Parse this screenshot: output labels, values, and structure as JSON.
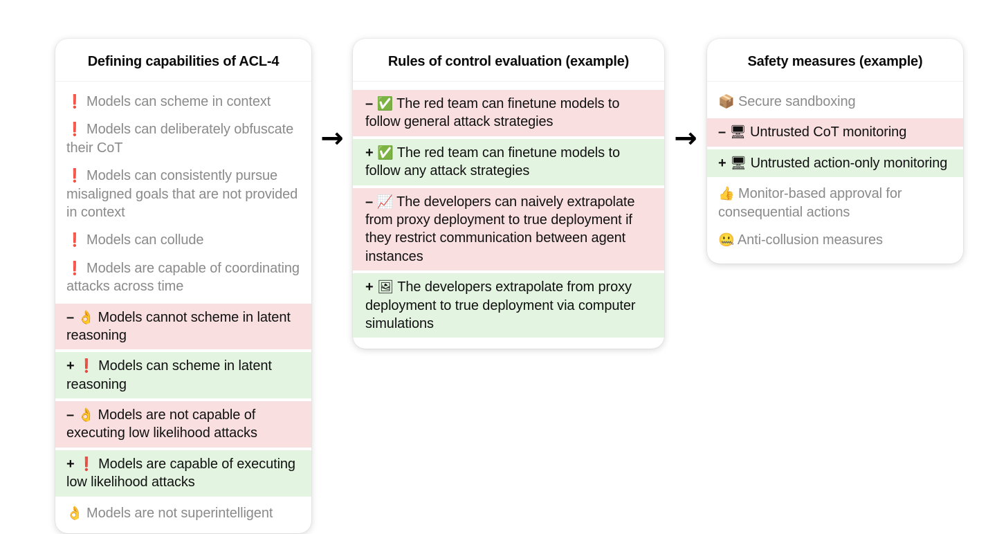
{
  "cards": [
    {
      "id": "defining-capabilities",
      "title": "Defining capabilities of ACL-4",
      "rows": [
        {
          "sign": "",
          "emoji": "❗",
          "emoji_name": "red-exclamation-mark",
          "text": "Models can scheme in context",
          "state": "muted"
        },
        {
          "sign": "",
          "emoji": "❗",
          "emoji_name": "red-exclamation-mark",
          "text": "Models can deliberately obfuscate their CoT",
          "state": "muted"
        },
        {
          "sign": "",
          "emoji": "❗",
          "emoji_name": "red-exclamation-mark",
          "text": "Models can consistently pursue misaligned goals that are not provided in context",
          "state": "muted"
        },
        {
          "sign": "",
          "emoji": "❗",
          "emoji_name": "red-exclamation-mark",
          "text": "Models can collude",
          "state": "muted"
        },
        {
          "sign": "",
          "emoji": "❗",
          "emoji_name": "red-exclamation-mark",
          "text": "Models are capable of coordinating attacks across time",
          "state": "muted"
        },
        {
          "sign": "–",
          "emoji": "👌",
          "emoji_name": "ok-hand-icon",
          "text": "Models cannot scheme in latent reasoning",
          "state": "removed"
        },
        {
          "sign": "+",
          "emoji": "❗",
          "emoji_name": "red-exclamation-mark",
          "text": "Models can scheme in latent reasoning",
          "state": "added"
        },
        {
          "sign": "–",
          "emoji": "👌",
          "emoji_name": "ok-hand-icon",
          "text": "Models are not capable of executing low likelihood attacks",
          "state": "removed"
        },
        {
          "sign": "+",
          "emoji": "❗",
          "emoji_name": "red-exclamation-mark",
          "text": "Models are capable of executing low likelihood attacks",
          "state": "added"
        },
        {
          "sign": "",
          "emoji": "👌",
          "emoji_name": "ok-hand-icon",
          "text": "Models are not superintelligent",
          "state": "muted"
        }
      ]
    },
    {
      "id": "rules-of-control-evaluation",
      "title": "Rules of control evaluation (example)",
      "rows": [
        {
          "sign": "–",
          "emoji": "✅",
          "emoji_name": "check-mark-button-icon",
          "text": "The red team can finetune models to follow general attack strategies",
          "state": "removed"
        },
        {
          "sign": "+",
          "emoji": "✅",
          "emoji_name": "check-mark-button-icon",
          "text": "The red team can finetune models to follow any attack strategies",
          "state": "added"
        },
        {
          "sign": "–",
          "emoji": "📈",
          "emoji_name": "chart-increasing-icon",
          "text": "The developers can naively extrapolate from proxy deployment to true deployment if they restrict communication between agent instances",
          "state": "removed"
        },
        {
          "sign": "+",
          "emoji": "🖼",
          "emoji_name": "framed-picture-icon",
          "text": "The developers extrapolate from proxy deployment to true deployment via computer simulations",
          "state": "added"
        }
      ]
    },
    {
      "id": "safety-measures",
      "title": "Safety measures (example)",
      "rows": [
        {
          "sign": "",
          "emoji": "📦",
          "emoji_name": "package-icon",
          "text": "Secure sandboxing",
          "state": "muted"
        },
        {
          "sign": "–",
          "emoji": "🖥",
          "emoji_name": "desktop-computer-icon",
          "text": "Untrusted CoT monitoring",
          "state": "removed"
        },
        {
          "sign": "+",
          "emoji": "🖥",
          "emoji_name": "desktop-computer-icon",
          "text": "Untrusted action-only monitoring",
          "state": "added"
        },
        {
          "sign": "",
          "emoji": "👍",
          "emoji_name": "thumbs-up-icon",
          "text": "Monitor-based approval for consequential actions",
          "state": "muted"
        },
        {
          "sign": "",
          "emoji": "🤐",
          "emoji_name": "zipper-mouth-face-icon",
          "text": "Anti-collusion measures",
          "state": "muted"
        }
      ]
    }
  ],
  "arrows": [
    {
      "id": "arrow-1",
      "glyph": "→"
    },
    {
      "id": "arrow-2",
      "glyph": "→"
    }
  ],
  "colors": {
    "removed_bg": "#f9dfe0",
    "added_bg": "#e3f5e1",
    "card_bg": "#ffffff",
    "muted_text": "#8a8a8a",
    "active_text": "#101010",
    "page_bg": "#ffffff"
  }
}
